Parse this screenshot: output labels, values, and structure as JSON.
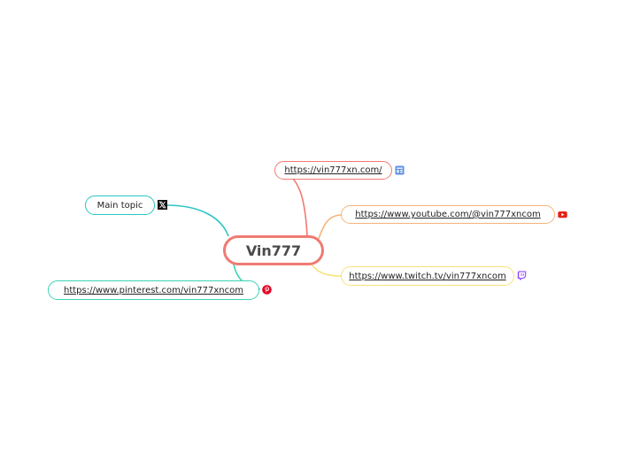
{
  "central": {
    "label": "Vin777",
    "color": "#f07a72"
  },
  "branches": {
    "website": {
      "label": "https://vin777xn.com/",
      "color": "#f07a72",
      "icon": "website-icon"
    },
    "youtube": {
      "label": "https://www.youtube.com/@vin777xncom",
      "color": "#f5b47a",
      "icon": "youtube-icon"
    },
    "twitch": {
      "label": "https://www.twitch.tv/vin777xncom",
      "color": "#f7e27a",
      "icon": "twitch-icon"
    },
    "maintopic": {
      "label": "Main topic",
      "color": "#2bc4c4",
      "icon": "x-logo-icon"
    },
    "pinterest": {
      "label": "https://www.pinterest.com/vin777xncom",
      "color": "#3dd3b4",
      "icon": "pinterest-icon"
    }
  }
}
